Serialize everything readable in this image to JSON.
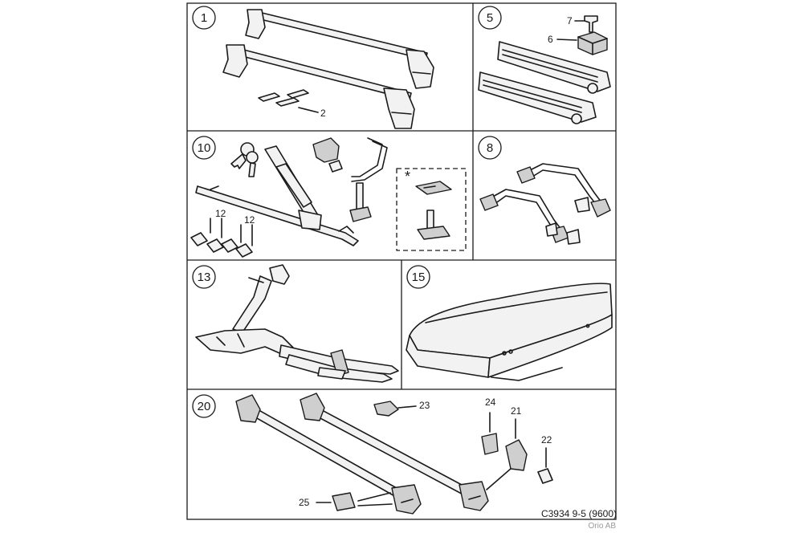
{
  "panels": [
    {
      "number": "1",
      "callouts": [
        "2"
      ]
    },
    {
      "number": "5",
      "callouts": [
        "7",
        "6"
      ]
    },
    {
      "number": "10",
      "callouts": [
        "12",
        "12"
      ],
      "marker": "*"
    },
    {
      "number": "8",
      "callouts": []
    },
    {
      "number": "13",
      "callouts": []
    },
    {
      "number": "15",
      "callouts": []
    },
    {
      "number": "20",
      "callouts": [
        "23",
        "24",
        "21",
        "22",
        "25"
      ]
    }
  ],
  "footer": {
    "code": "C3934 9-5 (9600)",
    "credit": "Orio AB"
  },
  "colors": {
    "line": "#1a1a1a",
    "part_fill": "#f2f2f2",
    "part_shade": "#cfcfcf"
  }
}
